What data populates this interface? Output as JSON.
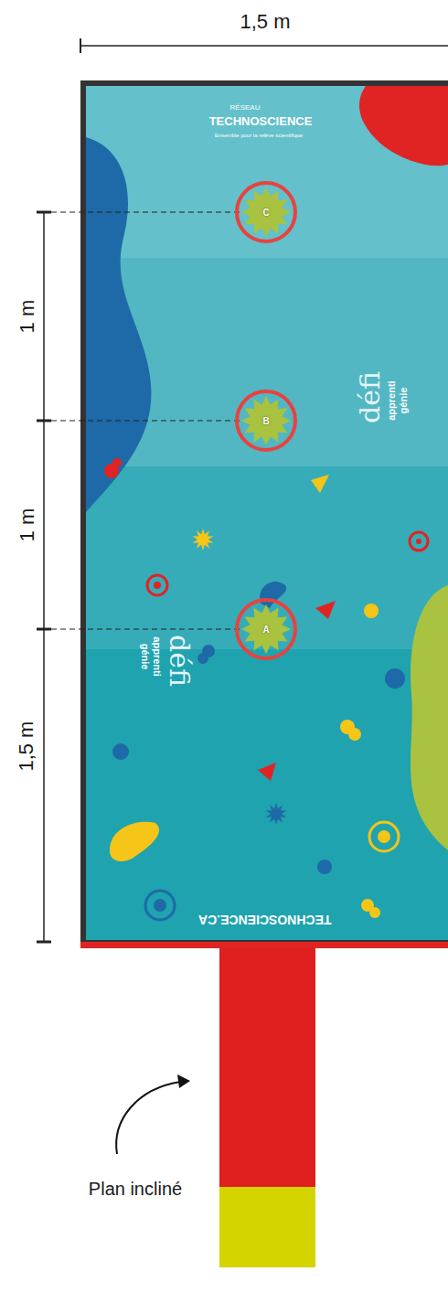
{
  "diagram": {
    "nodes": [
      {
        "text": [
          "C"
        ]
      },
      {
        "text": [
          "B"
        ]
      },
      {
        "text": [
          "A"
        ]
      }
    ],
    "labels": [
      "1,5 m",
      "1 m",
      "1 m",
      "1,5 m",
      "RÉSEAU",
      "TECHNOSCIENCE",
      "Ensemble pour la relève scientifique",
      "défi",
      "apprenti",
      "génie",
      "défi",
      "apprenti",
      "génie",
      "TECHNOSCIENCE.CA",
      "Plan incliné"
    ]
  }
}
